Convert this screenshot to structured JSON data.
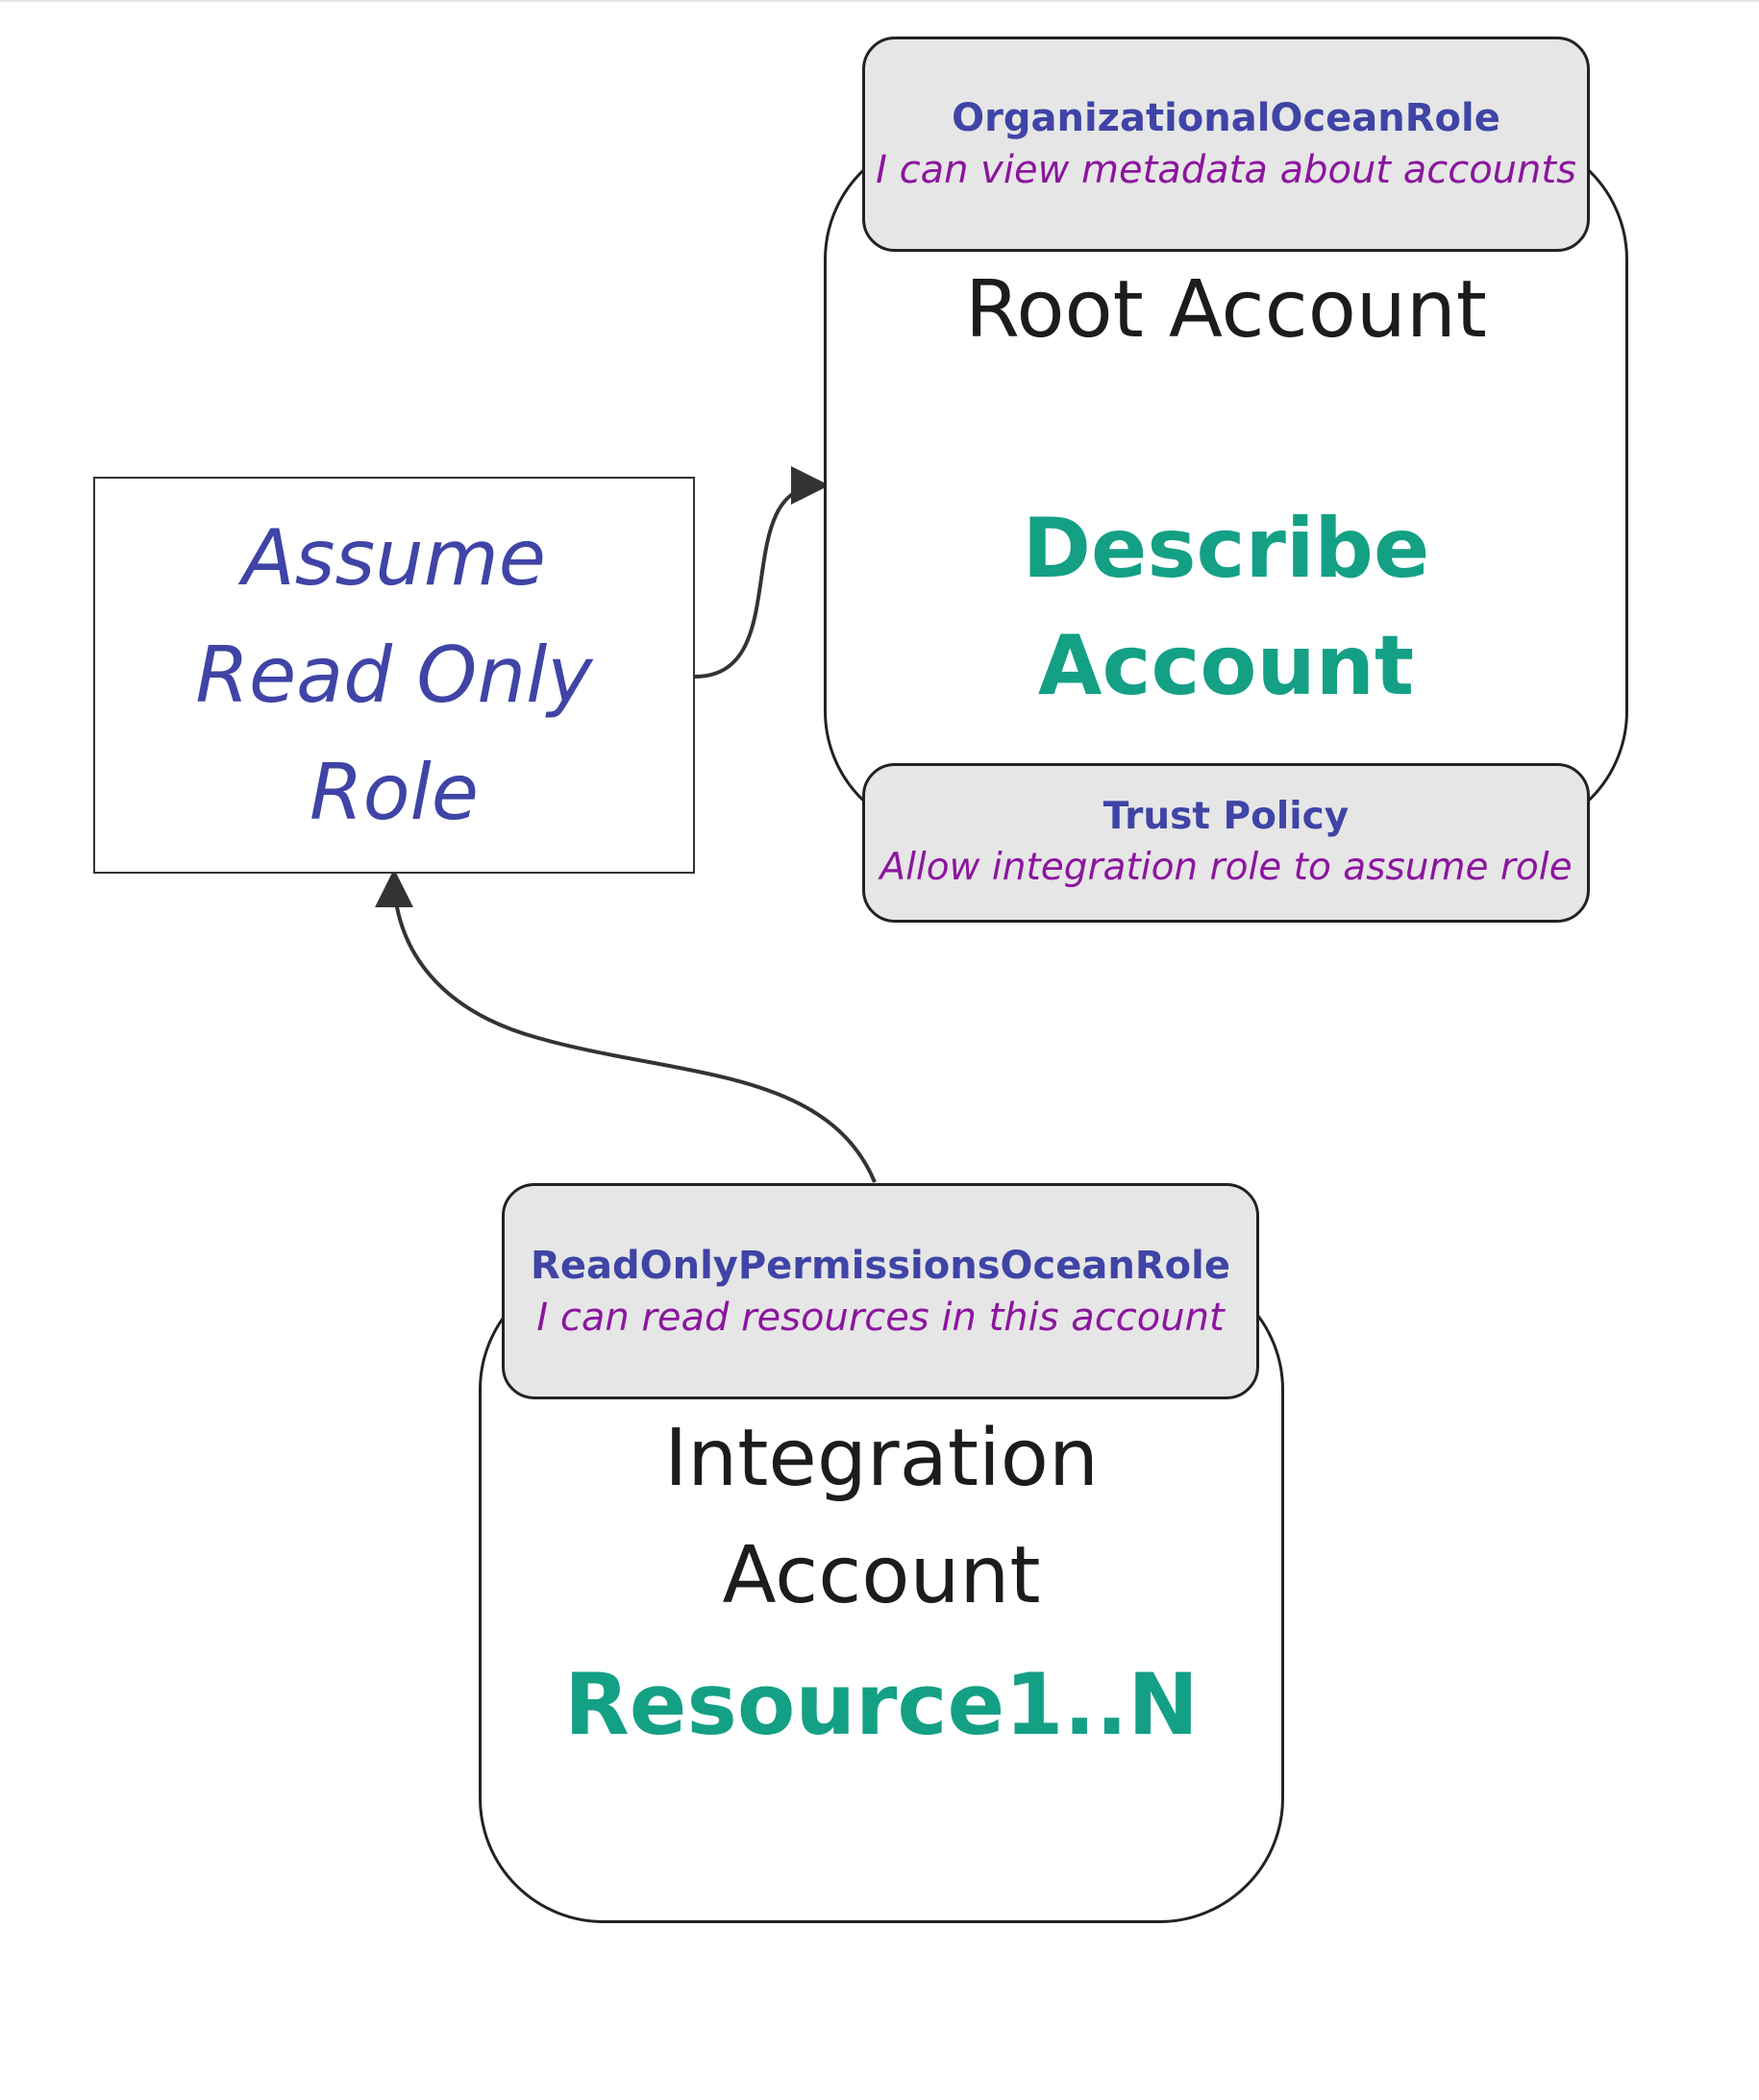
{
  "assume_box": {
    "lines": [
      "Assume",
      "Read Only",
      "Role"
    ]
  },
  "root_account": {
    "title": "Root Account",
    "resource_lines": [
      "Describe",
      "Account"
    ],
    "role": {
      "name": "OrganizationalOceanRole",
      "description": "I can view metadata about accounts"
    },
    "trust_policy": {
      "name": "Trust Policy",
      "description": "Allow integration role to assume role"
    }
  },
  "integration_account": {
    "title_lines": [
      "Integration",
      "Account"
    ],
    "resource": "Resource1..N",
    "role": {
      "name": "ReadOnlyPermissionsOceanRole",
      "description": "I can read resources in this account"
    }
  },
  "colors": {
    "role_name": "#3f44a6",
    "role_description": "#8b169e",
    "resource": "#14a085",
    "role_box_fill": "#e6e6e6",
    "outline": "#222222"
  }
}
